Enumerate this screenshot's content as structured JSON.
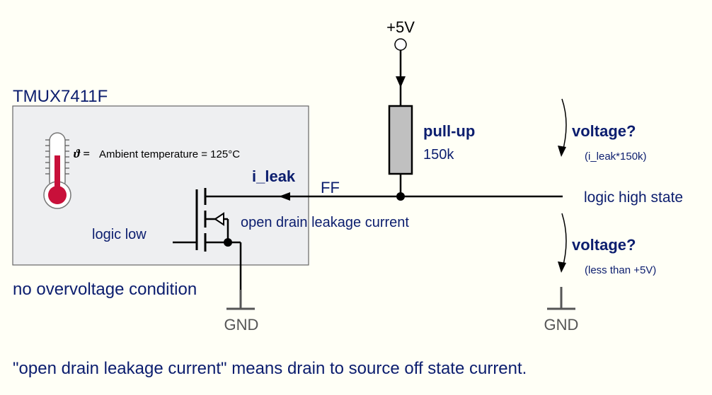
{
  "title": "TMUX7411F",
  "ambient": {
    "symbol": "ϑ =",
    "label": "Ambient temperature = 125°C"
  },
  "supply_label": "+5V",
  "pullup": {
    "name": "pull-up",
    "value": "150k"
  },
  "net_label": "FF",
  "current_label": "i_leak",
  "leakage_label": "open drain leakage current",
  "logic_low_label": "logic low",
  "logic_high_label": "logic high state",
  "voltage_upper": {
    "label": "voltage?",
    "note": "(i_leak*150k)"
  },
  "voltage_lower": {
    "label": "voltage?",
    "note": "(less than +5V)"
  },
  "overvoltage_label": "no overvoltage condition",
  "gnd_left": "GND",
  "gnd_right": "GND",
  "footnote": "\"open drain leakage current\" means drain to source off state current.",
  "colors": {
    "text": "#0b1d6e",
    "wire": "#000000",
    "box_fill": "#eeeff1",
    "box_stroke": "#666666",
    "resistor_fill": "#c0c0c0",
    "thermometer_red": "#c8103a",
    "gnd_text": "#555555"
  }
}
